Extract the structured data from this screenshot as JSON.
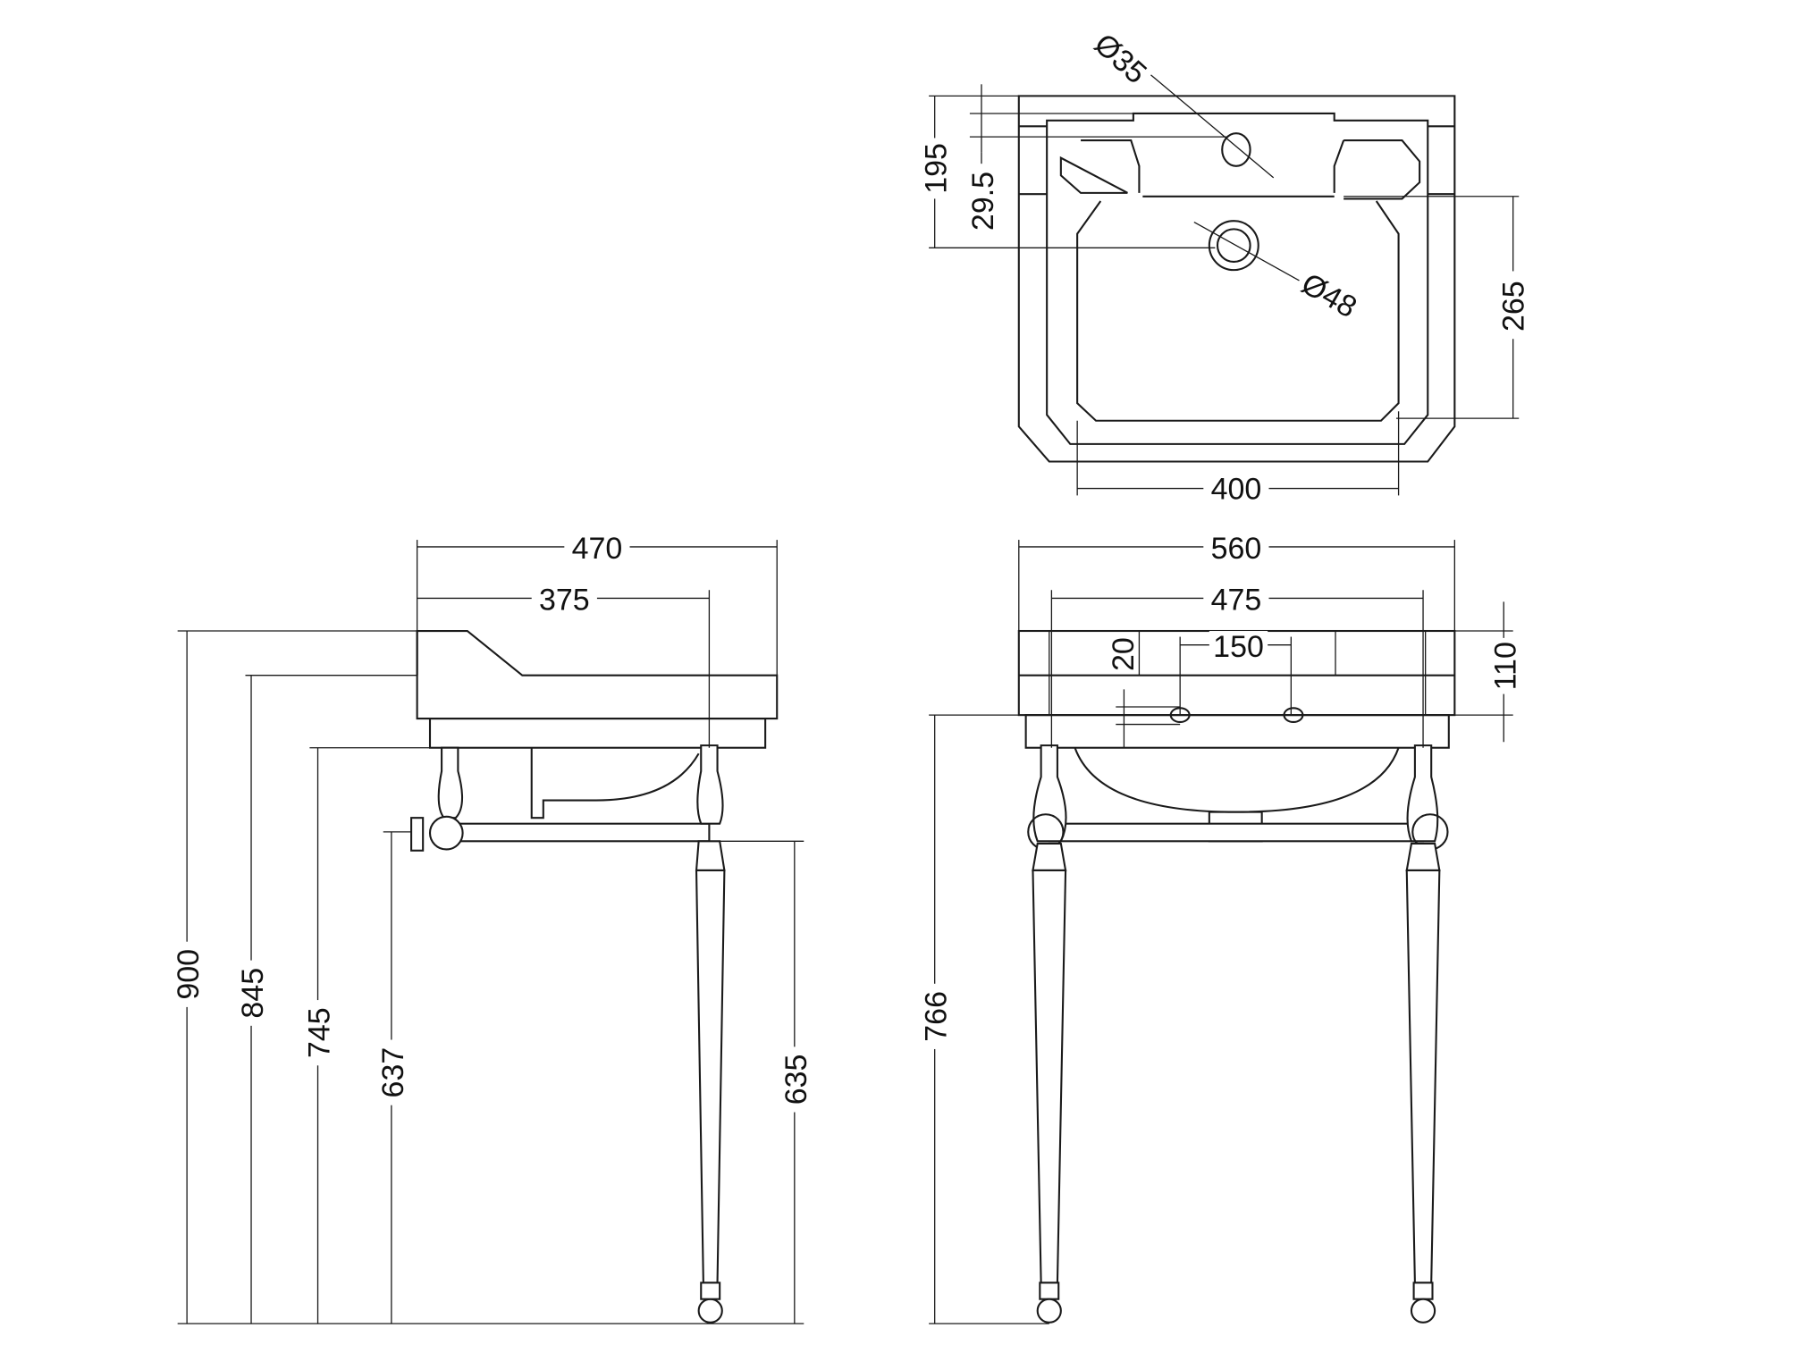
{
  "title": "Basin and washstand technical drawing",
  "colors": {
    "line": "#1a1a1a",
    "background": "#ffffff"
  },
  "top_view": {
    "tap_hole": "Ø35",
    "waste_hole": "Ø48",
    "dim_195": "195",
    "dim_29_5": "29.5",
    "dim_265": "265",
    "dim_400": "400"
  },
  "side_view": {
    "dim_470": "470",
    "dim_375": "375",
    "dim_900": "900",
    "dim_845": "845",
    "dim_745": "745",
    "dim_637": "637",
    "dim_635": "635"
  },
  "front_view": {
    "dim_560": "560",
    "dim_475": "475",
    "dim_150": "150",
    "dim_20": "20",
    "dim_110": "110",
    "dim_766": "766"
  }
}
